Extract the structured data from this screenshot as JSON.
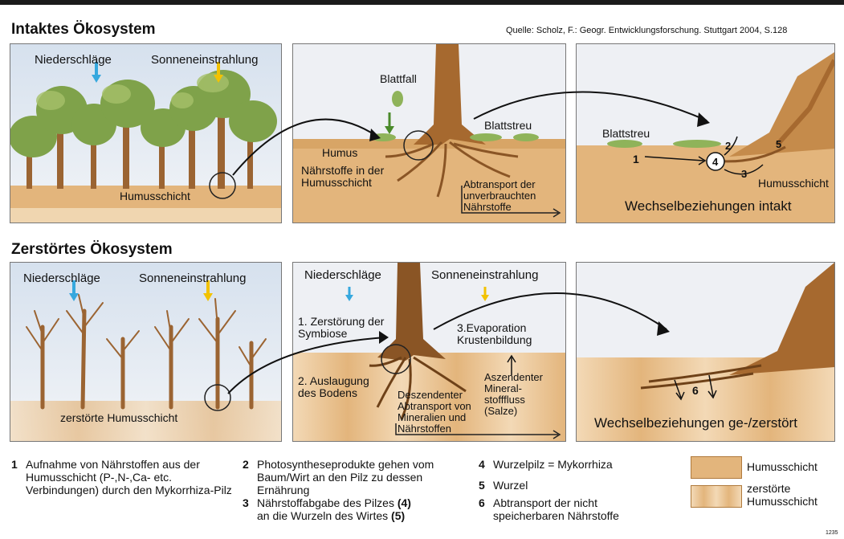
{
  "source": "Quelle: Scholz, F.: Geogr. Entwicklungsforschung. Stuttgart 2004, S.128",
  "colors": {
    "humus": "#e3b57c",
    "humus_dark": "#c9924f",
    "sky": "#dfe6ef",
    "rain_arrow": "#36a8de",
    "sun_arrow": "#f2c200",
    "tree": "#9b6432",
    "foliage": "#7fa24a"
  },
  "intact": {
    "title": "Intaktes Ökosystem",
    "p1": {
      "rain": "Niederschläge",
      "sun": "Sonneneinstrahlung",
      "layer": "Humusschicht"
    },
    "p2": {
      "leaf_fall": "Blattfall",
      "litter": "Blattstreu",
      "humus": "Humus",
      "nutrients": "Nährstoffe in der Humusschicht",
      "transport": "Abtransport der unverbrauchten Nährstoffe"
    },
    "p3": {
      "litter": "Blattstreu",
      "n1": "1",
      "n2": "2",
      "n3": "3",
      "n4": "4",
      "n5": "5",
      "layer": "Humusschicht",
      "status": "Wechselbeziehungen intakt"
    }
  },
  "destroyed": {
    "title": "Zerstörtes Ökosystem",
    "p1": {
      "rain": "Niederschläge",
      "sun": "Sonneneinstrahlung",
      "layer": "zerstörte Humusschicht"
    },
    "p2": {
      "rain": "Niederschläge",
      "sun": "Sonneneinstrahlung",
      "step1": "1. Zerstörung der Symbiose",
      "step2": "2. Auslaugung des Bodens",
      "step3": "3.Evaporation Krustenbildung",
      "ascend": "Aszendenter Mineral-stofffluss (Salze)",
      "descend": "Deszendenter Abtransport von Mineralien und Nährstoffen"
    },
    "p3": {
      "n6": "6",
      "status": "Wechselbeziehungen ge-/zerstört"
    }
  },
  "legend": {
    "items": [
      {
        "num": "1",
        "text": "Aufnahme von Nährstoffen aus der Humusschicht (P-,N-,Ca- etc. Verbindungen) durch den Mykorrhiza-Pilz"
      },
      {
        "num": "2",
        "text": "Photosyntheseprodukte gehen vom Baum/Wirt an den Pilz zu dessen Ernährung"
      },
      {
        "num": "3",
        "text": "Nährstoffabgabe des Pilzes",
        "ref1": "(4)",
        "mid": "an die Wurzeln des Wirtes",
        "ref2": "(5)"
      },
      {
        "num": "4",
        "text": "Wurzelpilz = Mykorrhiza"
      },
      {
        "num": "5",
        "text": "Wurzel"
      },
      {
        "num": "6",
        "text": "Abtransport der nicht speicherbaren Nährstoffe"
      }
    ],
    "swatch1": "Humusschicht",
    "swatch2": "zerstörte Humusschicht"
  },
  "corner_code": "1235"
}
